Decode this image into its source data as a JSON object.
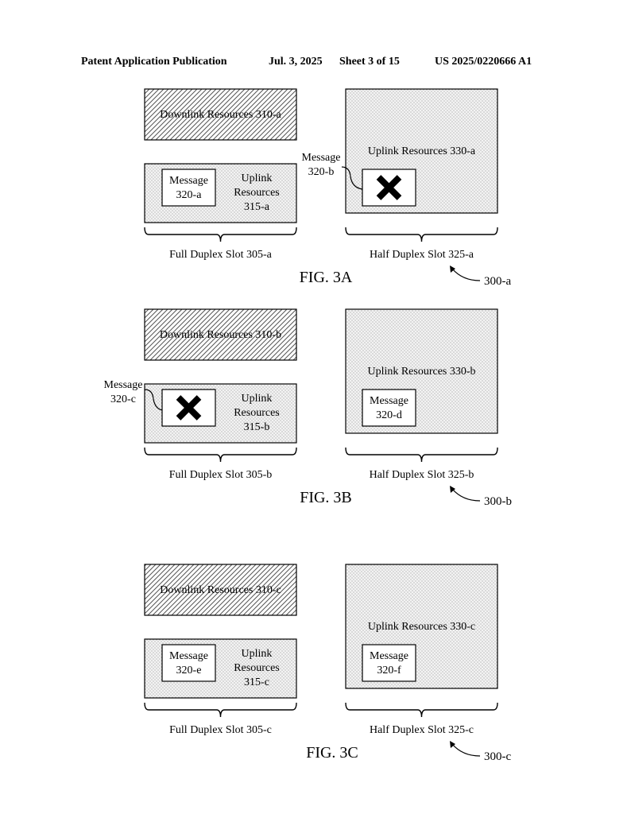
{
  "header": {
    "publication": "Patent Application Publication",
    "date": "Jul. 3, 2025",
    "sheet": "Sheet 3 of 15",
    "number": "US 2025/0220666 A1"
  },
  "figures": [
    {
      "caption": "FIG. 3A",
      "ref": "300-a",
      "full_duplex": {
        "downlink": "Downlink Resources 310-a",
        "uplink_lines": [
          "Uplink",
          "Resources",
          "315-a"
        ],
        "message_lines": [
          "Message",
          "320-a"
        ],
        "message_blocked": false,
        "callout_lines": [],
        "slot_label": "Full Duplex Slot 305-a"
      },
      "half_duplex": {
        "uplink": "Uplink Resources 330-a",
        "message_lines": [],
        "message_blocked": true,
        "callout_lines": [
          "Message",
          "320-b"
        ],
        "slot_label": "Half Duplex Slot 325-a"
      }
    },
    {
      "caption": "FIG. 3B",
      "ref": "300-b",
      "full_duplex": {
        "downlink": "Downlink Resources 310-b",
        "uplink_lines": [
          "Uplink",
          "Resources",
          "315-b"
        ],
        "message_lines": [],
        "message_blocked": true,
        "callout_lines": [
          "Message",
          "320-c"
        ],
        "slot_label": "Full Duplex Slot 305-b"
      },
      "half_duplex": {
        "uplink": "Uplink Resources 330-b",
        "message_lines": [
          "Message",
          "320-d"
        ],
        "message_blocked": false,
        "callout_lines": [],
        "slot_label": "Half Duplex Slot 325-b"
      }
    },
    {
      "caption": "FIG. 3C",
      "ref": "300-c",
      "full_duplex": {
        "downlink": "Downlink Resources 310-c",
        "uplink_lines": [
          "Uplink",
          "Resources",
          "315-c"
        ],
        "message_lines": [
          "Message",
          "320-e"
        ],
        "message_blocked": false,
        "callout_lines": [],
        "slot_label": "Full Duplex Slot 305-c"
      },
      "half_duplex": {
        "uplink": "Uplink Resources 330-c",
        "message_lines": [
          "Message",
          "320-f"
        ],
        "message_blocked": false,
        "callout_lines": [],
        "slot_label": "Half Duplex Slot 325-c"
      }
    }
  ]
}
